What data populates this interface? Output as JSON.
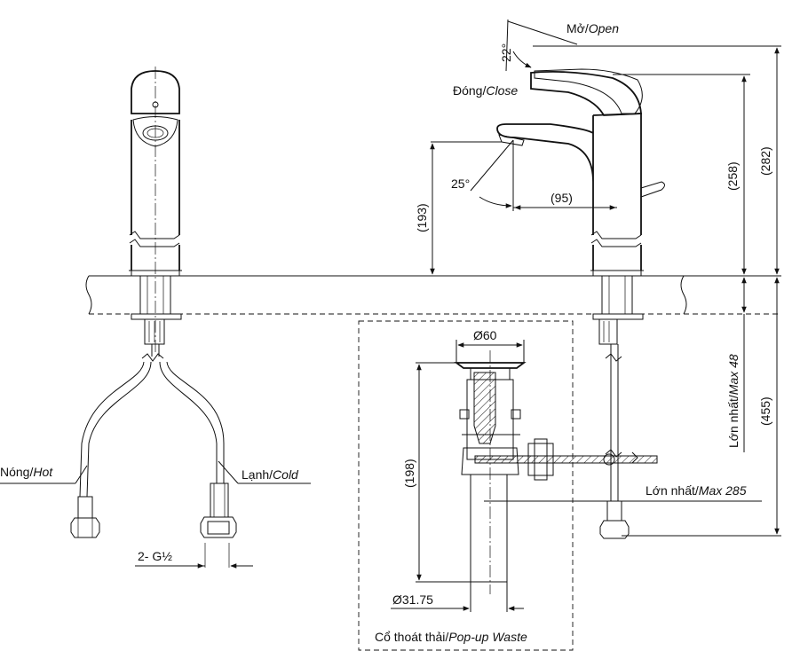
{
  "labels": {
    "open": {
      "vi": "Mở/",
      "en": "Open"
    },
    "close": {
      "vi": "Đóng/",
      "en": "Close"
    },
    "hot": {
      "vi": "Nóng/",
      "en": "Hot"
    },
    "cold": {
      "vi": "Lạnh/",
      "en": "Cold"
    },
    "max_48": {
      "vi": "Lớn nhất/",
      "en": "Max 48"
    },
    "max_285": {
      "vi": "Lớn nhất/",
      "en": "Max 285"
    },
    "waste": {
      "vi": "Cổ thoát thải/",
      "en": "Pop-up Waste"
    },
    "thread": "2- G½"
  },
  "dimensions": {
    "angle_open": "22°",
    "angle_close": "25°",
    "reach": "(95)",
    "spout_height": "(193)",
    "height_258": "(258)",
    "height_282": "(282)",
    "below_counter": "(455)",
    "waste_length": "(198)",
    "waste_top_dia": "Ø60",
    "waste_pipe_dia": "Ø31.75"
  }
}
